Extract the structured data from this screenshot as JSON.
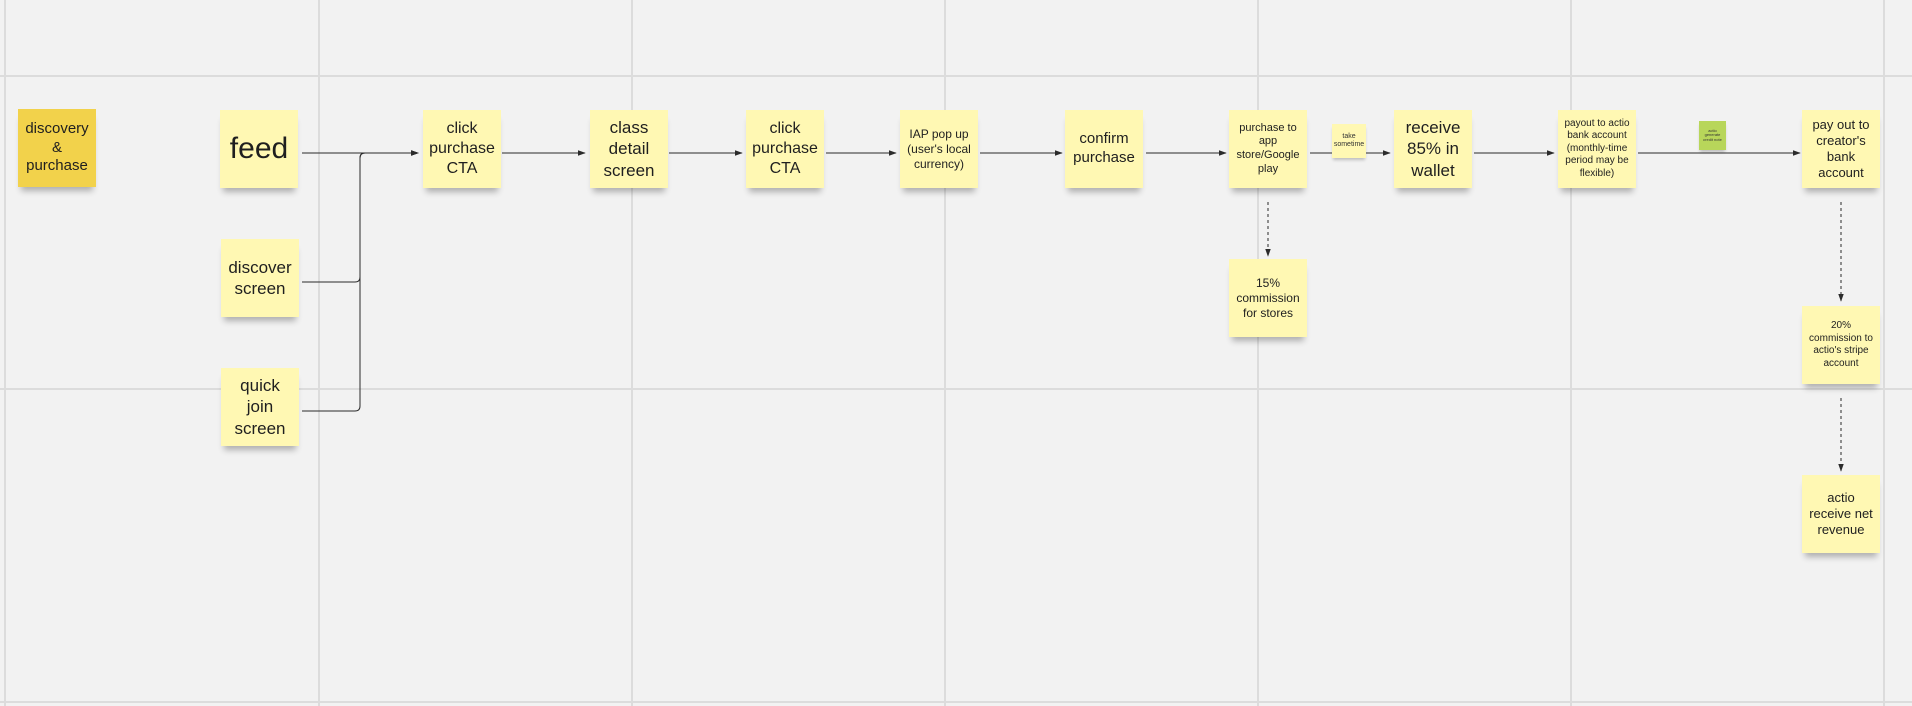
{
  "board": {
    "background": "#f2f2f2",
    "gridline_color": "#dcdcdc",
    "note_color": "#fff8b3",
    "title_note_color": "#f2d24b",
    "tag_note_color": "#b8d65a",
    "connector_color": "#2b2b2b"
  },
  "notes": {
    "discovery_purchase": "discovery\n&\npurchase",
    "feed": "feed",
    "discover_screen": "discover\nscreen",
    "quick_join_screen": "quick\njoin\nscreen",
    "click_purchase_cta_1": "click\npurchase\nCTA",
    "class_detail_screen": "class\ndetail\nscreen",
    "click_purchase_cta_2": "click\npurchase\nCTA",
    "iap_pop_up": "IAP pop up\n(user's local\ncurrency)",
    "confirm_purchase": "confirm\npurchase",
    "purchase_to_store": "purchase to\napp\nstore/Google\nplay",
    "take_sometime": "take\nsometime",
    "receive_85": "receive\n85% in\nwallet",
    "payout_to_actio": "payout to actio\nbank account\n(monthly-time\nperiod may be\nflexible)",
    "actio_generate_credit": "actio\ngenerate\ncredit note",
    "pay_out_to_creator": "pay out to\ncreator's\nbank\naccount",
    "commission_15": "15%\ncommission\nfor stores",
    "commission_20": "20%\ncommission to\nactio's stripe\naccount",
    "actio_net_revenue": "actio\nreceive net\nrevenue"
  }
}
